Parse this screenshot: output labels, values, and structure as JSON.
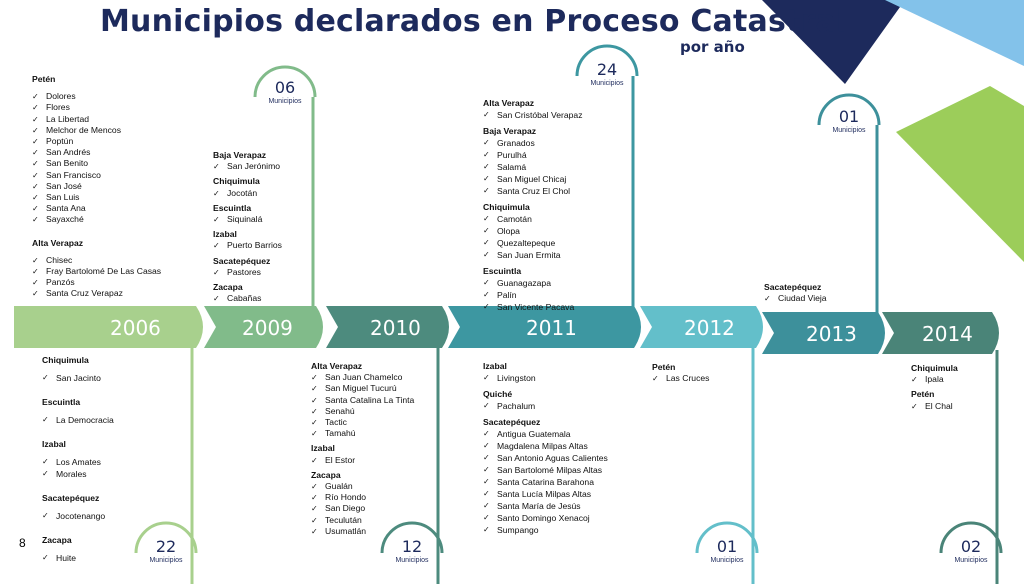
{
  "title": "Municipios declarados en Proceso Catastral",
  "subtitle": "por año",
  "page_number": "8",
  "unit_label": "Municipios",
  "years": [
    {
      "label": "2006",
      "color": "#a8d08d",
      "count": "22",
      "depts": [
        {
          "name": "Petén",
          "munis": [
            "Dolores",
            "Flores",
            "La Libertad",
            "Melchor de Mencos",
            "Poptún",
            "San Andrés",
            "San Benito",
            "San Francisco",
            "San José",
            "San Luis",
            "Santa Ana",
            "Sayaxché"
          ]
        },
        {
          "name": "Alta Verapaz",
          "munis": [
            "Chisec",
            "Fray Bartolomé De Las Casas",
            "Panzós",
            "Santa Cruz Verapaz"
          ]
        },
        {
          "name": "Chiquimula",
          "munis": [
            "San Jacinto"
          ]
        },
        {
          "name": "Escuintla",
          "munis": [
            "La Democracia"
          ]
        },
        {
          "name": "Izabal",
          "munis": [
            "Los Amates",
            "Morales"
          ]
        },
        {
          "name": "Sacatepéquez",
          "munis": [
            "Jocotenango"
          ]
        },
        {
          "name": "Zacapa",
          "munis": [
            "Huite"
          ]
        }
      ]
    },
    {
      "label": "2009",
      "color": "#81bb8a",
      "count": "06",
      "depts": [
        {
          "name": "Baja Verapaz",
          "munis": [
            "San Jerónimo"
          ]
        },
        {
          "name": "Chiquimula",
          "munis": [
            "Jocotán"
          ]
        },
        {
          "name": "Escuintla",
          "munis": [
            "Siquinalá"
          ]
        },
        {
          "name": "Izabal",
          "munis": [
            "Puerto Barrios"
          ]
        },
        {
          "name": "Sacatepéquez",
          "munis": [
            "Pastores"
          ]
        },
        {
          "name": "Zacapa",
          "munis": [
            "Cabañas"
          ]
        }
      ]
    },
    {
      "label": "2010",
      "color": "#4d8b7e",
      "count": "12",
      "depts": [
        {
          "name": "Alta Verapaz",
          "munis": [
            "San Juan Chamelco",
            "San Miguel Tucurú",
            "Santa Catalina La Tinta",
            "Senahú",
            "Tactic",
            "Tamahú"
          ]
        },
        {
          "name": "Izabal",
          "munis": [
            "El Estor"
          ]
        },
        {
          "name": "Zacapa",
          "munis": [
            "Gualán",
            "Río Hondo",
            "San Diego",
            "Teculután",
            "Usumatlán"
          ]
        }
      ]
    },
    {
      "label": "2011",
      "color": "#3d97a1",
      "count": "24",
      "depts": [
        {
          "name": "Alta Verapaz",
          "munis": [
            "San Cristóbal Verapaz"
          ]
        },
        {
          "name": "Baja Verapaz",
          "munis": [
            "Granados",
            "Purulhá",
            "Salamá",
            "San Miguel Chicaj",
            "Santa Cruz El Chol"
          ]
        },
        {
          "name": "Chiquimula",
          "munis": [
            "Camotán",
            "Olopa",
            "Quezaltepeque",
            "San Juan Ermita"
          ]
        },
        {
          "name": "Escuintla",
          "munis": [
            "Guanagazapa",
            "Palín",
            "San Vicente Pacava"
          ]
        },
        {
          "name": "Izabal",
          "munis": [
            "Livingston"
          ]
        },
        {
          "name": "Quiché",
          "munis": [
            "Pachalum"
          ]
        },
        {
          "name": "Sacatepéquez",
          "munis": [
            "Antigua Guatemala",
            "Magdalena Milpas Altas",
            "San Antonio Aguas Calientes",
            "San Bartolomé Milpas Altas",
            "Santa Catarina Barahona",
            "Santa Lucía Milpas Altas",
            "Santa María de Jesús",
            "Santo Domingo Xenacoj",
            "Sumpango"
          ]
        }
      ]
    },
    {
      "label": "2012",
      "color": "#63bfca",
      "count": "01",
      "depts": [
        {
          "name": "Petén",
          "munis": [
            "Las Cruces"
          ]
        }
      ]
    },
    {
      "label": "2013",
      "color": "#3d909b",
      "count": "01",
      "depts": [
        {
          "name": "Sacatepéquez",
          "munis": [
            "Ciudad Vieja"
          ]
        }
      ]
    },
    {
      "label": "2014",
      "color": "#4a8478",
      "count": "02",
      "depts": [
        {
          "name": "Chiquimula",
          "munis": [
            "Ipala"
          ]
        },
        {
          "name": "Petén",
          "munis": [
            "El Chal"
          ]
        }
      ]
    }
  ]
}
